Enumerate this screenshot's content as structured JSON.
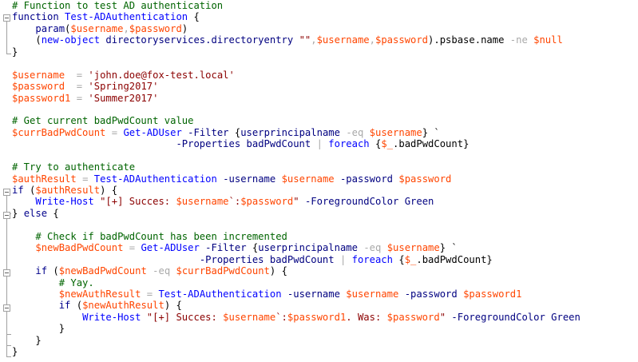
{
  "lines": [
    [
      {
        "t": "# Function to test AD authentication",
        "c": "comment"
      }
    ],
    [
      {
        "t": "function",
        "c": "keyword"
      },
      {
        "t": " ",
        "c": "plain"
      },
      {
        "t": "Test-ADAuthentication",
        "c": "function"
      },
      {
        "t": " {",
        "c": "plain"
      }
    ],
    [
      {
        "t": "    ",
        "c": "plain"
      },
      {
        "t": "param",
        "c": "keyword"
      },
      {
        "t": "(",
        "c": "plain"
      },
      {
        "t": "$username",
        "c": "variable"
      },
      {
        "t": ",",
        "c": "operator"
      },
      {
        "t": "$password",
        "c": "variable"
      },
      {
        "t": ")",
        "c": "plain"
      }
    ],
    [
      {
        "t": "    (",
        "c": "plain"
      },
      {
        "t": "new-object",
        "c": "command"
      },
      {
        "t": " ",
        "c": "plain"
      },
      {
        "t": "directoryservices.directoryentry",
        "c": "parameter"
      },
      {
        "t": " ",
        "c": "plain"
      },
      {
        "t": "\"\"",
        "c": "string"
      },
      {
        "t": ",",
        "c": "operator"
      },
      {
        "t": "$username",
        "c": "variable"
      },
      {
        "t": ",",
        "c": "operator"
      },
      {
        "t": "$password",
        "c": "variable"
      },
      {
        "t": ").psbase.name ",
        "c": "plain"
      },
      {
        "t": "-ne",
        "c": "operator"
      },
      {
        "t": " ",
        "c": "plain"
      },
      {
        "t": "$null",
        "c": "variable"
      }
    ],
    [
      {
        "t": "}",
        "c": "plain"
      }
    ],
    [],
    [
      {
        "t": "$username",
        "c": "variable"
      },
      {
        "t": "  ",
        "c": "plain"
      },
      {
        "t": "=",
        "c": "operator"
      },
      {
        "t": " ",
        "c": "plain"
      },
      {
        "t": "'john.doe@fox-test.local'",
        "c": "string"
      }
    ],
    [
      {
        "t": "$password",
        "c": "variable"
      },
      {
        "t": "  ",
        "c": "plain"
      },
      {
        "t": "=",
        "c": "operator"
      },
      {
        "t": " ",
        "c": "plain"
      },
      {
        "t": "'Spring2017'",
        "c": "string"
      }
    ],
    [
      {
        "t": "$password1",
        "c": "variable"
      },
      {
        "t": " ",
        "c": "plain"
      },
      {
        "t": "=",
        "c": "operator"
      },
      {
        "t": " ",
        "c": "plain"
      },
      {
        "t": "'Summer2017'",
        "c": "string"
      }
    ],
    [],
    [
      {
        "t": "# Get current badPwdCount value",
        "c": "comment"
      }
    ],
    [
      {
        "t": "$currBadPwdCount",
        "c": "variable"
      },
      {
        "t": " ",
        "c": "plain"
      },
      {
        "t": "=",
        "c": "operator"
      },
      {
        "t": " ",
        "c": "plain"
      },
      {
        "t": "Get-ADUser",
        "c": "command"
      },
      {
        "t": " ",
        "c": "plain"
      },
      {
        "t": "-Filter",
        "c": "parameter"
      },
      {
        "t": " {",
        "c": "plain"
      },
      {
        "t": "userprincipalname",
        "c": "parameter"
      },
      {
        "t": " ",
        "c": "plain"
      },
      {
        "t": "-eq",
        "c": "operator"
      },
      {
        "t": " ",
        "c": "plain"
      },
      {
        "t": "$username",
        "c": "variable"
      },
      {
        "t": "} `",
        "c": "plain"
      }
    ],
    [
      {
        "t": "                            ",
        "c": "plain"
      },
      {
        "t": "-Properties",
        "c": "parameter"
      },
      {
        "t": " ",
        "c": "plain"
      },
      {
        "t": "badPwdCount",
        "c": "parameter"
      },
      {
        "t": " ",
        "c": "plain"
      },
      {
        "t": "|",
        "c": "operator"
      },
      {
        "t": " ",
        "c": "plain"
      },
      {
        "t": "foreach",
        "c": "command"
      },
      {
        "t": " {",
        "c": "plain"
      },
      {
        "t": "$_",
        "c": "variable"
      },
      {
        "t": ".badPwdCount}",
        "c": "plain"
      }
    ],
    [],
    [
      {
        "t": "# Try to authenticate",
        "c": "comment"
      }
    ],
    [
      {
        "t": "$authResult",
        "c": "variable"
      },
      {
        "t": " ",
        "c": "plain"
      },
      {
        "t": "=",
        "c": "operator"
      },
      {
        "t": " ",
        "c": "plain"
      },
      {
        "t": "Test-ADAuthentication",
        "c": "command"
      },
      {
        "t": " ",
        "c": "plain"
      },
      {
        "t": "-username",
        "c": "parameter"
      },
      {
        "t": " ",
        "c": "plain"
      },
      {
        "t": "$username",
        "c": "variable"
      },
      {
        "t": " ",
        "c": "plain"
      },
      {
        "t": "-password",
        "c": "parameter"
      },
      {
        "t": " ",
        "c": "plain"
      },
      {
        "t": "$password",
        "c": "variable"
      }
    ],
    [
      {
        "t": "if",
        "c": "keyword"
      },
      {
        "t": " (",
        "c": "plain"
      },
      {
        "t": "$authResult",
        "c": "variable"
      },
      {
        "t": ") {",
        "c": "plain"
      }
    ],
    [
      {
        "t": "    ",
        "c": "plain"
      },
      {
        "t": "Write-Host",
        "c": "command"
      },
      {
        "t": " ",
        "c": "plain"
      },
      {
        "t": "\"[+] Succes: ",
        "c": "string"
      },
      {
        "t": "$username",
        "c": "variable"
      },
      {
        "t": "`:",
        "c": "string"
      },
      {
        "t": "$password",
        "c": "variable"
      },
      {
        "t": "\"",
        "c": "string"
      },
      {
        "t": " ",
        "c": "plain"
      },
      {
        "t": "-ForegroundColor",
        "c": "parameter"
      },
      {
        "t": " ",
        "c": "plain"
      },
      {
        "t": "Green",
        "c": "parameter"
      }
    ],
    [
      {
        "t": "} ",
        "c": "plain"
      },
      {
        "t": "else",
        "c": "keyword"
      },
      {
        "t": " {",
        "c": "plain"
      }
    ],
    [],
    [
      {
        "t": "    ",
        "c": "plain"
      },
      {
        "t": "# Check if badPwdCount has been incremented",
        "c": "comment"
      }
    ],
    [
      {
        "t": "    ",
        "c": "plain"
      },
      {
        "t": "$newBadPwdCount",
        "c": "variable"
      },
      {
        "t": " ",
        "c": "plain"
      },
      {
        "t": "=",
        "c": "operator"
      },
      {
        "t": " ",
        "c": "plain"
      },
      {
        "t": "Get-ADUser",
        "c": "command"
      },
      {
        "t": " ",
        "c": "plain"
      },
      {
        "t": "-Filter",
        "c": "parameter"
      },
      {
        "t": " {",
        "c": "plain"
      },
      {
        "t": "userprincipalname",
        "c": "parameter"
      },
      {
        "t": " ",
        "c": "plain"
      },
      {
        "t": "-eq",
        "c": "operator"
      },
      {
        "t": " ",
        "c": "plain"
      },
      {
        "t": "$username",
        "c": "variable"
      },
      {
        "t": "} `",
        "c": "plain"
      }
    ],
    [
      {
        "t": "                                ",
        "c": "plain"
      },
      {
        "t": "-Properties",
        "c": "parameter"
      },
      {
        "t": " ",
        "c": "plain"
      },
      {
        "t": "badPwdCount",
        "c": "parameter"
      },
      {
        "t": " ",
        "c": "plain"
      },
      {
        "t": "|",
        "c": "operator"
      },
      {
        "t": " ",
        "c": "plain"
      },
      {
        "t": "foreach",
        "c": "command"
      },
      {
        "t": " {",
        "c": "plain"
      },
      {
        "t": "$_",
        "c": "variable"
      },
      {
        "t": ".badPwdCount}",
        "c": "plain"
      }
    ],
    [
      {
        "t": "    ",
        "c": "plain"
      },
      {
        "t": "if",
        "c": "keyword"
      },
      {
        "t": " (",
        "c": "plain"
      },
      {
        "t": "$newBadPwdCount",
        "c": "variable"
      },
      {
        "t": " ",
        "c": "plain"
      },
      {
        "t": "-eq",
        "c": "operator"
      },
      {
        "t": " ",
        "c": "plain"
      },
      {
        "t": "$currBadPwdCount",
        "c": "variable"
      },
      {
        "t": ") {",
        "c": "plain"
      }
    ],
    [
      {
        "t": "        ",
        "c": "plain"
      },
      {
        "t": "# Yay.",
        "c": "comment"
      }
    ],
    [
      {
        "t": "        ",
        "c": "plain"
      },
      {
        "t": "$newAuthResult",
        "c": "variable"
      },
      {
        "t": " ",
        "c": "plain"
      },
      {
        "t": "=",
        "c": "operator"
      },
      {
        "t": " ",
        "c": "plain"
      },
      {
        "t": "Test-ADAuthentication",
        "c": "command"
      },
      {
        "t": " ",
        "c": "plain"
      },
      {
        "t": "-username",
        "c": "parameter"
      },
      {
        "t": " ",
        "c": "plain"
      },
      {
        "t": "$username",
        "c": "variable"
      },
      {
        "t": " ",
        "c": "plain"
      },
      {
        "t": "-password",
        "c": "parameter"
      },
      {
        "t": " ",
        "c": "plain"
      },
      {
        "t": "$password1",
        "c": "variable"
      }
    ],
    [
      {
        "t": "        ",
        "c": "plain"
      },
      {
        "t": "if",
        "c": "keyword"
      },
      {
        "t": " (",
        "c": "plain"
      },
      {
        "t": "$newAuthResult",
        "c": "variable"
      },
      {
        "t": ") {",
        "c": "plain"
      }
    ],
    [
      {
        "t": "            ",
        "c": "plain"
      },
      {
        "t": "Write-Host",
        "c": "command"
      },
      {
        "t": " ",
        "c": "plain"
      },
      {
        "t": "\"[+] Succes: ",
        "c": "string"
      },
      {
        "t": "$username",
        "c": "variable"
      },
      {
        "t": "`:",
        "c": "string"
      },
      {
        "t": "$password1",
        "c": "variable"
      },
      {
        "t": ". Was: ",
        "c": "string"
      },
      {
        "t": "$password",
        "c": "variable"
      },
      {
        "t": "\"",
        "c": "string"
      },
      {
        "t": " ",
        "c": "plain"
      },
      {
        "t": "-ForegroundColor",
        "c": "parameter"
      },
      {
        "t": " ",
        "c": "plain"
      },
      {
        "t": "Green",
        "c": "parameter"
      }
    ],
    [
      {
        "t": "        }",
        "c": "plain"
      }
    ],
    [
      {
        "t": "    }",
        "c": "plain"
      }
    ],
    [
      {
        "t": "}",
        "c": "plain"
      }
    ]
  ]
}
